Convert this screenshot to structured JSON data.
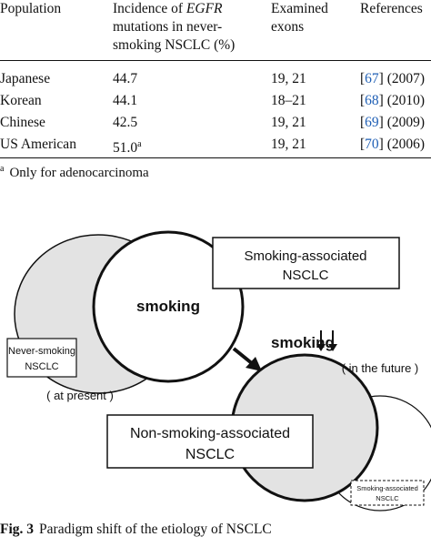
{
  "table": {
    "headers": {
      "population": "Population",
      "incidence_line1_pre": "Incidence of ",
      "incidence_line1_em": "EGFR",
      "incidence_line2": "mutations in never-",
      "incidence_line3": "smoking NSCLC (%)",
      "exons_line1": "Examined",
      "exons_line2": "exons",
      "references": "References"
    },
    "rows": [
      {
        "population": "Japanese",
        "incidence": "44.7",
        "sup": "",
        "exons": "19, 21",
        "ref": "67",
        "year": "(2007)"
      },
      {
        "population": "Korean",
        "incidence": "44.1",
        "sup": "",
        "exons": "18–21",
        "ref": "68",
        "year": "(2010)"
      },
      {
        "population": "Chinese",
        "incidence": "42.5",
        "sup": "",
        "exons": "19, 21",
        "ref": "69",
        "year": "(2009)"
      },
      {
        "population": "US American",
        "incidence": "51.0",
        "sup": "a",
        "exons": "19, 21",
        "ref": "70",
        "year": "(2006)"
      }
    ],
    "footnote_mark": "a",
    "footnote": "Only for adenocarcinoma"
  },
  "figure": {
    "smoking_associated_top_1": "Smoking-associated",
    "smoking_associated_top_2": "NSCLC",
    "smoking": "smoking",
    "never_smoking_1": "Never-smoking",
    "never_smoking_2": "NSCLC",
    "at_present": "( at present )",
    "smoking_arrow_label": "smoking",
    "in_future": "( in the future )",
    "non_smoking_1": "Non-smoking-associated",
    "non_smoking_2": "NSCLC",
    "small_box_1": "Smoking-associated",
    "small_box_2": "NSCLC",
    "colors": {
      "grey_fill": "#e3e3e3",
      "line": "#111111"
    }
  },
  "caption": {
    "label": "Fig. 3",
    "text": "Paradigm shift of the etiology of NSCLC"
  }
}
